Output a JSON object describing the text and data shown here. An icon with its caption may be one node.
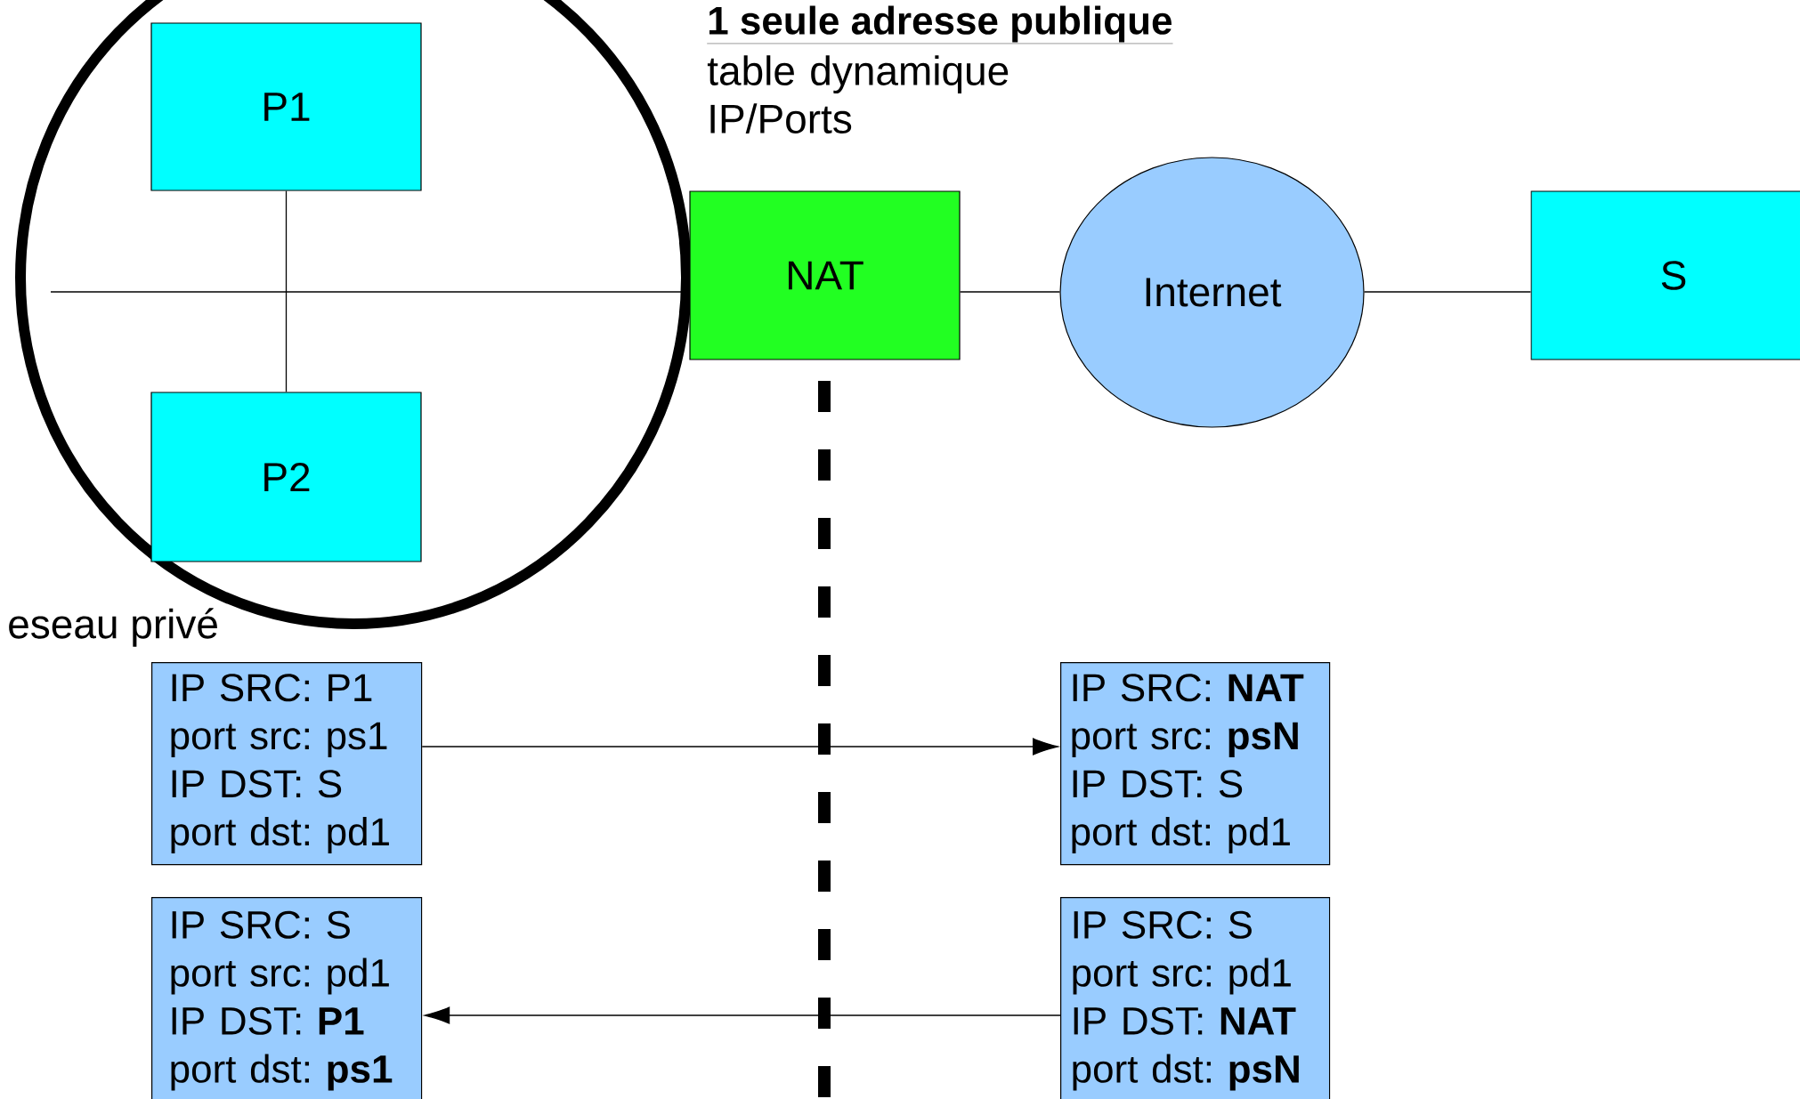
{
  "diagram": {
    "nodes": [
      {
        "text": [],
        "shape": "circle",
        "beside": [
          "eseau privé"
        ]
      },
      {
        "text": [
          "P1"
        ],
        "in": 0
      },
      {
        "text": [
          "P2"
        ],
        "in": 0
      },
      {
        "text": [
          "NAT"
        ],
        "beside": [
          "1 seule adresse publique",
          "table dynamique IP/Ports"
        ]
      },
      {
        "text": [
          "Internet"
        ]
      },
      {
        "text": [
          "S"
        ]
      },
      {
        "text": [
          "IP SRC: P1",
          "port src: ps1",
          "IP DST: S",
          "port dst: pd1"
        ]
      },
      {
        "text": [
          "IP SRC: **NAT**",
          "port src: **psN**",
          "IP DST: S",
          "port dst: pd1"
        ]
      },
      {
        "text": [
          "IP SRC: S",
          "port src: pd1",
          "IP DST: **P1**",
          "port dst: **ps1**"
        ]
      },
      {
        "text": [
          "IP SRC: S",
          "port src: pd1",
          "IP DST: **NAT**",
          "port dst: **psN**"
        ]
      }
    ],
    "edges": [
      {
        "from": 1,
        "to": 2,
        "arrow": "none"
      },
      {
        "from": null,
        "to": 3,
        "arrow": "none"
      },
      {
        "from": 3,
        "to": 4,
        "arrow": "none"
      },
      {
        "from": 4,
        "to": 5,
        "arrow": "none"
      },
      {
        "from": 6,
        "to": 7,
        "arrow": "to"
      },
      {
        "from": 9,
        "to": 8,
        "arrow": "to"
      }
    ]
  }
}
